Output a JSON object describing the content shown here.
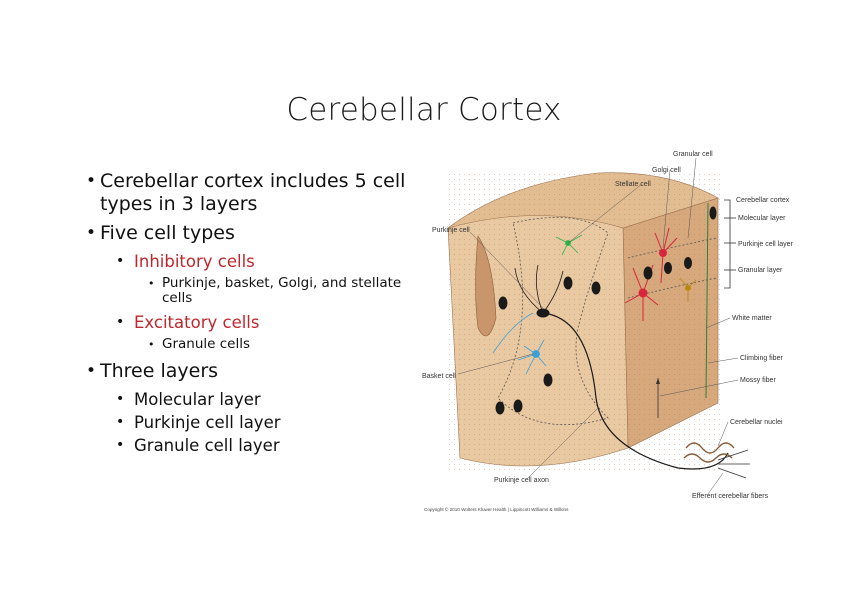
{
  "slide": {
    "title": "Cerebellar Cortex",
    "bullets": {
      "b1": "Cerebellar cortex includes 5 cell types in 3 layers",
      "b2": "Five cell types",
      "inhibitory": "Inhibitory cells",
      "inhibitory_detail": "Purkinje, basket, Golgi, and stellate cells",
      "excitatory": "Excitatory cells",
      "excitatory_detail": "Granule cells",
      "b3": "Three layers",
      "layer1": "Molecular layer",
      "layer2": "Purkinje cell layer",
      "layer3": "Granule cell layer"
    }
  },
  "diagram": {
    "labels": {
      "granular_cell": "Granular cell",
      "golgi_cell": "Golgi cell",
      "stellate_cell": "Stellate cell",
      "cerebellar_cortex": "Cerebellar cortex",
      "molecular_layer": "Molecular layer",
      "purkinje_cell": "Purkinje cell",
      "purkinje_cell_layer": "Purkinje cell layer",
      "granular_layer": "Granular layer",
      "white_matter": "White matter",
      "climbing_fiber": "Climbing fiber",
      "basket_cell": "Basket cell",
      "mossy_fiber": "Mossy fiber",
      "cerebellar_nuclei": "Cerebellar nuclei",
      "purkinje_cell_axon": "Purkinje cell axon",
      "efferent_fibers": "Efferent cerebellar fibers"
    },
    "copyright": "Copyright © 2010 Wolters Kluwer Health | Lippincott Williams & Wilkins"
  },
  "colors": {
    "tissue": "#e9c9a2",
    "tissue_dark": "#c99a6e",
    "purkinje": "#1a1a1a",
    "golgi": "#d7263d",
    "basket": "#3aa0d8",
    "stellate": "#2db34a",
    "accent_red": "#c0262b"
  }
}
